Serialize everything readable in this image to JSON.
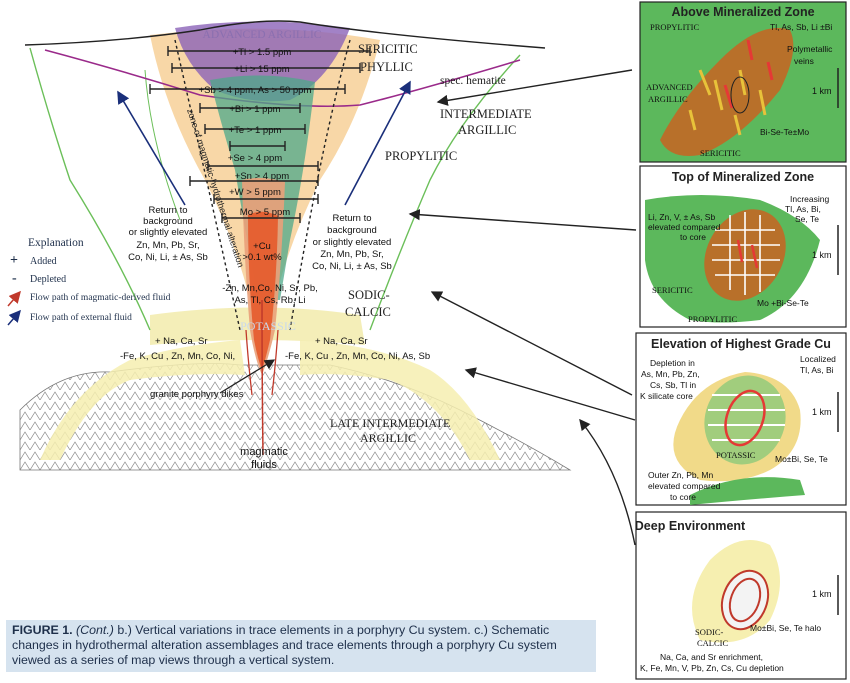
{
  "main_diagram": {
    "zones": {
      "advanced_argillic": "ADVANCED ARGILLIC",
      "sericitic_phyllic_1": "SERICITIC",
      "sericitic_phyllic_2": "PHYLLIC",
      "spec_hematite": "spec. hematite",
      "intermediate_argillic_1": "INTERMEDIATE",
      "intermediate_argillic_2": "ARGILLIC",
      "propylitic": "PROPYLITIC",
      "sodic_calcic_1": "SODIC-",
      "sodic_calcic_2": "CALCIC",
      "potassic": "POTASSIC",
      "late_intermediate_argillic_1": "LATE INTERMEDIATE",
      "late_intermediate_argillic_2": "ARGILLIC",
      "zone_label": "zone of magmatic-hydrothermal alteration"
    },
    "thresholds": [
      "+Tl > 1.5 ppm",
      "+Li > 15 ppm",
      "+Sb > 4 ppm, As > 50 ppm",
      "+Bi > 1 ppm",
      "+Te > 1 ppm",
      "+Se > 4 ppm",
      "+Sn > 4 ppm",
      "+W > 5 ppm",
      "Mo > 5 ppm",
      "+Cu",
      ">0.1 wt%"
    ],
    "left_return": [
      "Return to",
      "background",
      "or slightly elevated",
      "Zn, Mn, Pb, Sr,",
      "Co, Ni, Li, ± As, Sb"
    ],
    "right_return": [
      "Return to",
      "background",
      "or slightly elevated",
      "Zn, Mn, Pb, Sr,",
      "Co, Ni, Li, ± As, Sb"
    ],
    "depleted_core": [
      "-Zn, Mn,Co, Ni, Sr, Pb,",
      "As, Tl, Cs, Rb, Li"
    ],
    "left_added": "+ Na, Ca, Sr",
    "left_depleted": "-Fe, K, Cu , Zn, Mn, Co, Ni,",
    "right_added": "+ Na, Ca, Sr",
    "right_depleted": "-Fe, K, Cu , Zn, Mn, Co, Ni, As, Sb",
    "granite_label": "granite porphyry dikes",
    "magmatic_1": "magmatic",
    "magmatic_2": "fluids"
  },
  "legend": {
    "title": "Explanation",
    "added_symbol": "+",
    "added": "Added",
    "depleted_symbol": "-",
    "depleted": "Depleted",
    "magmatic": "Flow path of magmatic-derived fluid",
    "external": "Flow path of external fluid"
  },
  "panels": [
    {
      "title": "Above Mineralized Zone",
      "labels": [
        "PROPYLITIC",
        "Tl, As, Sb, Li ±Bi",
        "Polymetallic",
        "veins",
        "ADVANCED",
        "ARGILLIC",
        "Bi-Se-Te±Mo",
        "SERICITIC"
      ],
      "scale": "1 km"
    },
    {
      "title": "Top of Mineralized Zone",
      "labels": [
        "Li, Zn, V, ± As, Sb",
        "elevated compared",
        "to core",
        "Increasing",
        "Tl, As, Bi,",
        "Se, Te",
        "SERICITIC",
        "Mo +Bi-Se-Te",
        "PROPYLITIC"
      ],
      "scale": "1 km"
    },
    {
      "title": "Elevation of Highest Grade Cu",
      "labels": [
        "Depletion in",
        "As, Mn, Pb, Zn,",
        "Cs, Sb, Tl in",
        "K silicate core",
        "Localized",
        "Tl, As, Bi",
        "POTASSIC",
        "Mo±Bi, Se, Te",
        "Outer Zn, Pb, Mn",
        "elevated compared",
        "to core"
      ],
      "scale": "1 km"
    },
    {
      "title": "Deep Environment",
      "labels": [
        "SODIC-",
        "CALCIC",
        "Mo±Bi, Se, Te halo",
        "Na, Ca, and Sr enrichment,",
        "K, Fe, Mn, V, Pb, Zn, Cs, Cu depletion"
      ],
      "scale": "1 km"
    }
  ],
  "caption": {
    "lead": "FIGURE 1.",
    "cont": "(Cont.)",
    "text": " b.) Vertical variations in trace elements in a porphyry Cu system. c.) Schematic changes in hydrothermal alteration assemblages and trace elements through a porphyry Cu system viewed as a series of map views through a vertical system."
  }
}
